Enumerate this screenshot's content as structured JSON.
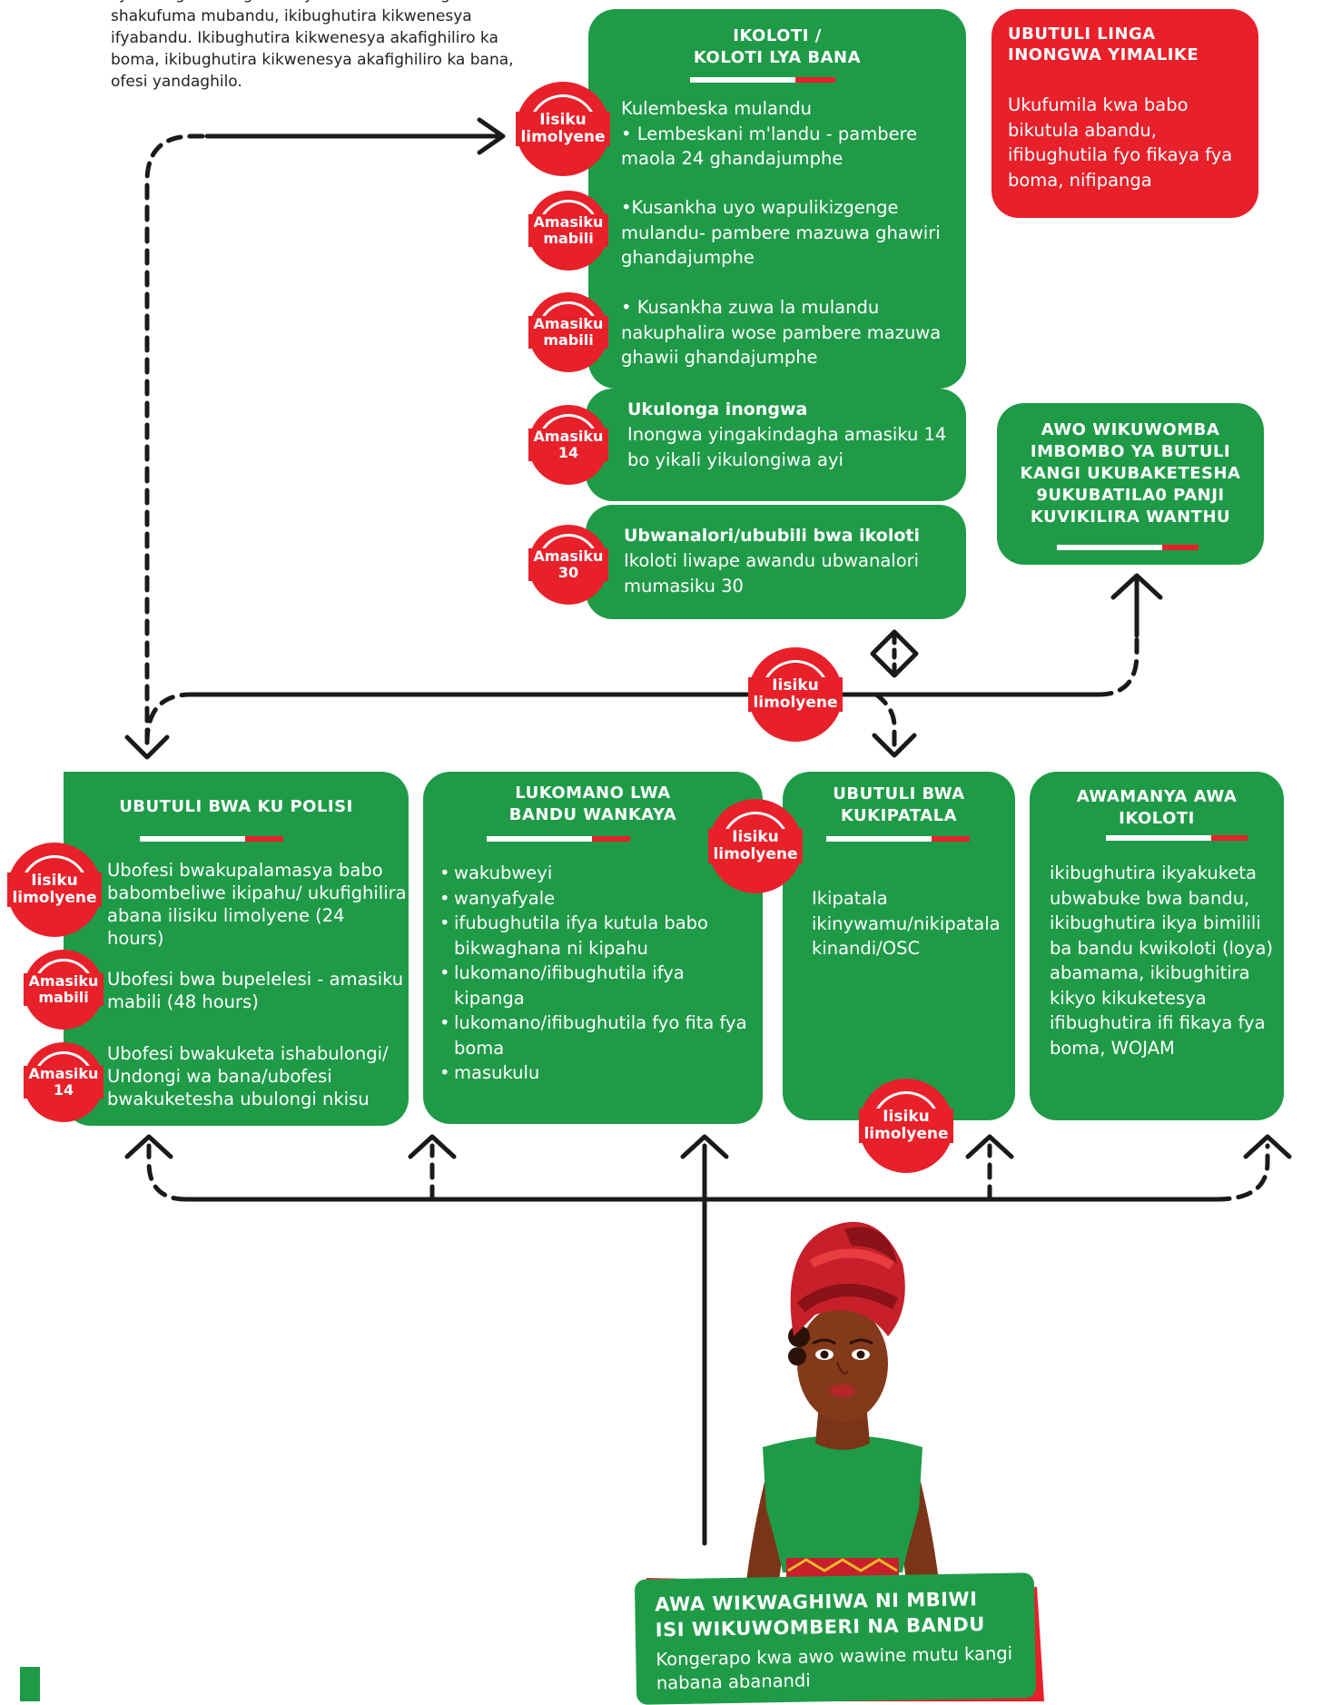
{
  "intro_text": "sya kibughutila: ighofesi yikwambilira inongwa shakufuma mubandu, ikibughutira kikwenesya ifyabandu. Ikibughutira kikwenesya akafighiliro ka boma, ikibughutira kikwenesya akafighiliro ka bana, ofesi yandaghilo.",
  "badges": {
    "same_day": "Iisiku limolyene",
    "two_days": "Amasiku mabili",
    "fourteen_days": "Amasiku 14",
    "thirty_days": "Amasiku 30"
  },
  "court": {
    "title": "IKOLOTI /\nKOLOTI LYA BANA",
    "step1": "Kulembeska mulandu\n• Lembeskani m'landu - pambere maola 24 ghandajumphe",
    "step2": "•Kusankha uyo wapulikizgenge mulandu- pambere mazuwa ghawiri ghandajumphe",
    "step3": "• Kusankha zuwa la mulandu nakuphalira wose pambere mazuwa ghawii ghandajumphe",
    "step4_title": "Ukulonga inongwa",
    "step4_text": "Inongwa yingakindagha amasiku 14 bo yikali yikulongiwa ayi",
    "step5_title": "Ubwanalori/ububili bwa ikoloti",
    "step5_text": "Ikoloti liwape awandu ubwanalori mumasiku 30"
  },
  "violence_box": {
    "title": "UBUTULI LINGA INONGWA YIMALIKE",
    "text": "Ukufumila kwa babo bikutula abandu, ifibughutila fyo fikaya fya boma, nifipanga"
  },
  "support_box": {
    "title": "AWO WIKUWOMBA IMBOMBO YA BUTULI KANGI UKUBAKETESHA 9UKUBATILA0 PANJI KUVIKILIRA WANTHU"
  },
  "police": {
    "title": "UBUTULI BWA KU POLISI",
    "item1": "Ubofesi bwakupalamasya babo babombeliwe ikipahu/ ukufighilira abana ilisiku limolyene (24 hours)",
    "item2": "Ubofesi bwa bupelelesi - amasiku mabili (48 hours)",
    "item3": "Ubofesi bwakuketa ishabulongi/ Undongi wa bana/ubofesi bwakuketesha ubulongi nkisu"
  },
  "community": {
    "title": "LUKOMANO LWA\nBANDU WANKAYA",
    "items": [
      "wakubweyi",
      "wanyafyale",
      "ifubughutila ifya kutula babo bikwaghana ni kipahu",
      "lukomano/ifibughutila ifya kipanga",
      "lukomano/ifibughutila fyo fita fya boma",
      "masukulu"
    ]
  },
  "hospital": {
    "title": "UBUTULI BWA\nKUKIPATALA",
    "text": "Ikipatala ikinywamu/nikipatala kinandi/OSC"
  },
  "advocates": {
    "title": "AWAMANYA AWA IKOLOTI",
    "text": "ikibughutira ikyakuketa ubwabuke bwa bandu, ikibughutira ikya bimilili ba bandu kwikoloti (loya) abamama, ikibughitira kikyo kikuketesya ifibughutira ifi fikaya fya boma, WOJAM"
  },
  "survivor": {
    "title": "AWA WIKWAGHIWA NI MBIWI\nISI WIKUWOMBERI NA BANDU",
    "text": "Kongerapo kwa awo wawine mutu kangi nabana abanandi"
  },
  "colors": {
    "green": "#1f9b48",
    "red": "#e8202a"
  }
}
